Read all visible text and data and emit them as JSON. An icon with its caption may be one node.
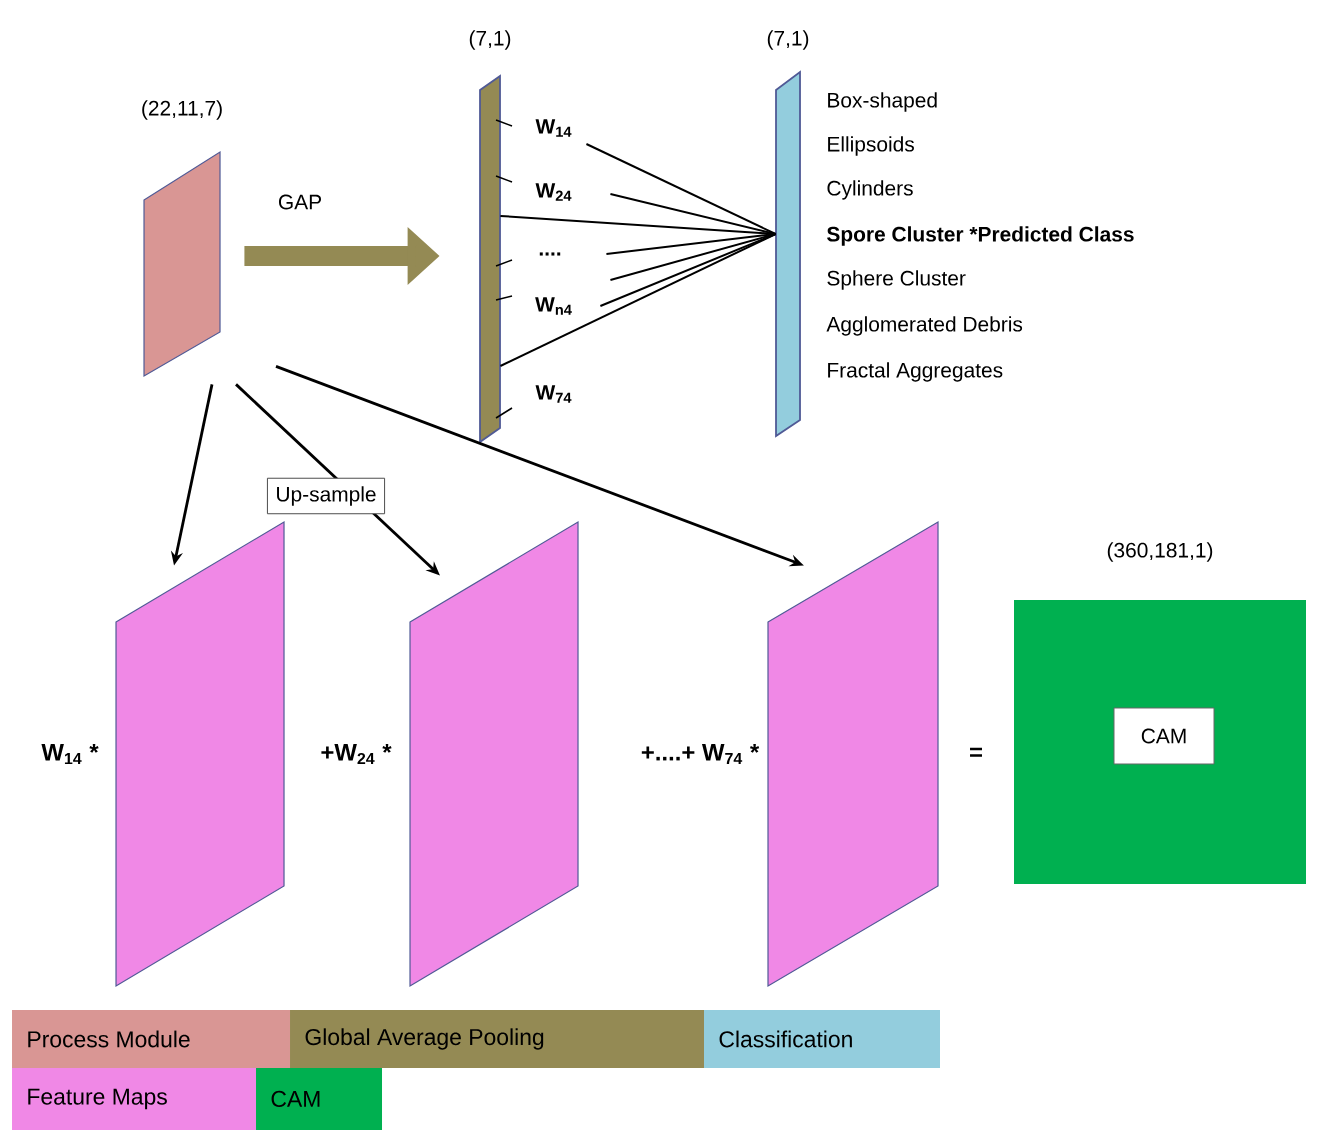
{
  "diagram": {
    "nodes": [
      {
        "text": [],
        "shape": "box",
        "beside": [
          "(22,11,7)"
        ]
      },
      {
        "text": [],
        "shape": "bar",
        "beside": [
          "(7,1)"
        ]
      },
      {
        "text": [],
        "shape": "bar",
        "beside": [
          "(7,1)"
        ]
      },
      {
        "text": [],
        "shape": "box"
      },
      {
        "text": [],
        "shape": "box"
      },
      {
        "text": [],
        "shape": "box"
      },
      {
        "text": [
          "CAM"
        ],
        "beside": [
          "(360,181,1)"
        ]
      }
    ],
    "edges": [
      {
        "from": 0,
        "to": 1,
        "arrow": "to",
        "label": "GAP",
        "style": "thick",
        "color": "#948a54"
      },
      {
        "from": 1,
        "to": 2,
        "arrow": "none"
      },
      {
        "from": 1,
        "to": 2,
        "arrow": "none"
      },
      {
        "from": 1,
        "to": 2,
        "arrow": "none"
      },
      {
        "from": 1,
        "to": 2,
        "arrow": "none"
      },
      {
        "from": 1,
        "to": 2,
        "arrow": "none"
      },
      {
        "from": 1,
        "to": 2,
        "arrow": "none"
      },
      {
        "from": 1,
        "to": 2,
        "arrow": "none"
      },
      {
        "from": 0,
        "to": 3,
        "arrow": "to"
      },
      {
        "from": 0,
        "to": 4,
        "arrow": "to",
        "label": "Up-sample"
      },
      {
        "from": 0,
        "to": 5,
        "arrow": "to"
      }
    ],
    "labels": [
      "W$_{14}$",
      "W$_{24}$",
      "....",
      "W$_{n4}$",
      "W$_{74}$",
      "Box-shaped",
      "Ellipsoids",
      "Cylinders",
      "**Spore Cluster *Predicted Class**",
      "Sphere Cluster",
      "Agglomerated Debris",
      "Fractal Aggregates",
      "W$_{14}$ *",
      "+W$_{24}$ *",
      "+....+ W$_{74}$ *",
      "="
    ],
    "legend": [
      {
        "text": "Process Module",
        "color": "#d99694"
      },
      {
        "text": "Global Average Pooling",
        "color": "#948a54"
      },
      {
        "text": "Classification",
        "color": "#93cddd"
      },
      {
        "text": "Feature Maps",
        "color": "#f088e6"
      },
      {
        "text": "CAM",
        "color": "#00b050"
      }
    ]
  }
}
